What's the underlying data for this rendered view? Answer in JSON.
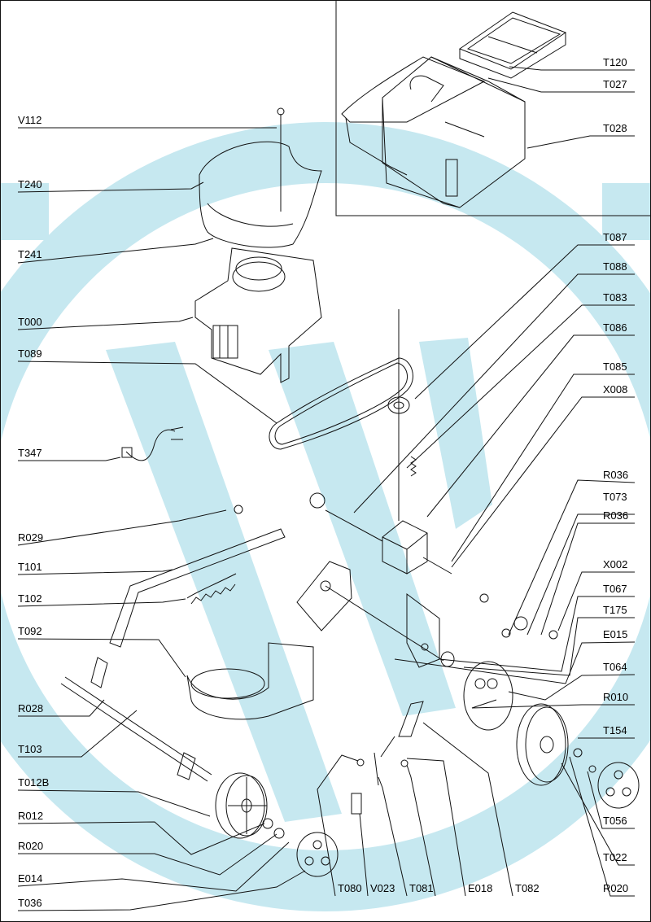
{
  "part_labels": {
    "V112": "V112",
    "T240": "T240",
    "T241": "T241",
    "T000": "T000",
    "T089": "T089",
    "T347": "T347",
    "R029": "R029",
    "T101": "T101",
    "T102": "T102",
    "T092": "T092",
    "R028": "R028",
    "T103": "T103",
    "T012B": "T012B",
    "R012": "R012",
    "R020": "R020",
    "E014": "E014",
    "T036": "T036",
    "T120": "T120",
    "T027": "T027",
    "T028": "T028",
    "T087": "T087",
    "T088": "T088",
    "T083": "T083",
    "T086": "T086",
    "T085": "T085",
    "X008": "X008",
    "R036": "R036",
    "T073": "T073",
    "X002": "X002",
    "T067": "T067",
    "T175": "T175",
    "E015": "E015",
    "T064": "T064",
    "R010": "R010",
    "T154": "T154",
    "T056": "T056",
    "T022": "T022",
    "T080": "T080",
    "V023": "V023",
    "T081": "T081",
    "E018": "E018",
    "T082": "T082"
  },
  "colors": {
    "watermark": "#c6e8f0",
    "line": "#111111"
  }
}
